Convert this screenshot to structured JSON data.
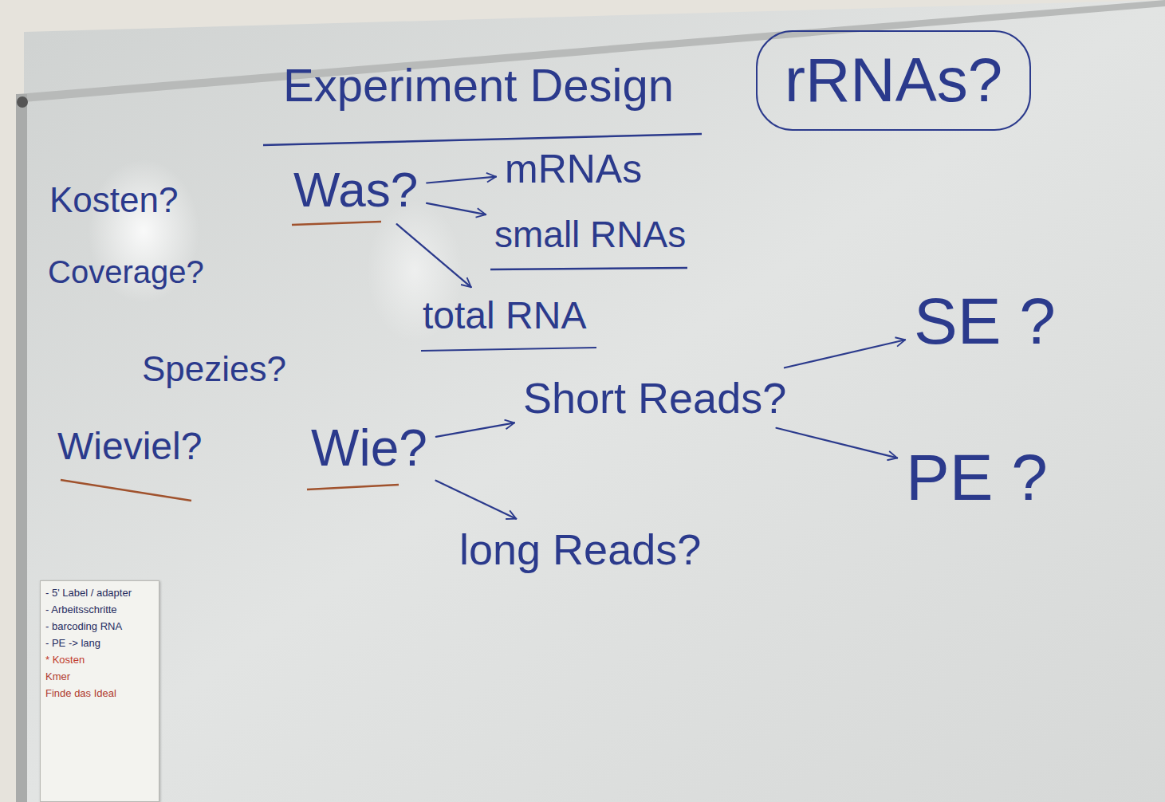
{
  "diagram": {
    "title": "Experiment Design",
    "nodes": [
      {
        "text": [
          "rRNAs?"
        ]
      },
      {
        "text": [
          "Was?"
        ]
      },
      {
        "text": [
          "mRNAs"
        ]
      },
      {
        "text": [
          "small RNAs"
        ]
      },
      {
        "text": [
          "total RNA"
        ]
      },
      {
        "text": [
          "Wie?"
        ]
      },
      {
        "text": [
          "Short Reads?"
        ]
      },
      {
        "text": [
          "SE ?"
        ]
      },
      {
        "text": [
          "PE ?"
        ]
      },
      {
        "text": [
          "long Reads?"
        ]
      },
      {
        "text": [
          "- 5' Label / adapter",
          "- Arbeitsschritte",
          "- barcoding RNA",
          "- PE -> lang",
          "* Kosten",
          "Kmer",
          "Finde das Ideal"
        ]
      }
    ],
    "edges": [
      {
        "from": 1,
        "to": 2,
        "arrow": "to"
      },
      {
        "from": 1,
        "to": 3,
        "arrow": "to"
      },
      {
        "from": 1,
        "to": 4,
        "arrow": "to"
      },
      {
        "from": 5,
        "to": 6,
        "arrow": "to"
      },
      {
        "from": 5,
        "to": 9,
        "arrow": "to"
      },
      {
        "from": 6,
        "to": 7,
        "arrow": "to"
      },
      {
        "from": 6,
        "to": 8,
        "arrow": "to"
      }
    ],
    "labels": [
      "Kosten?",
      "Coverage?",
      "Spezies?",
      "Wieviel?"
    ]
  }
}
